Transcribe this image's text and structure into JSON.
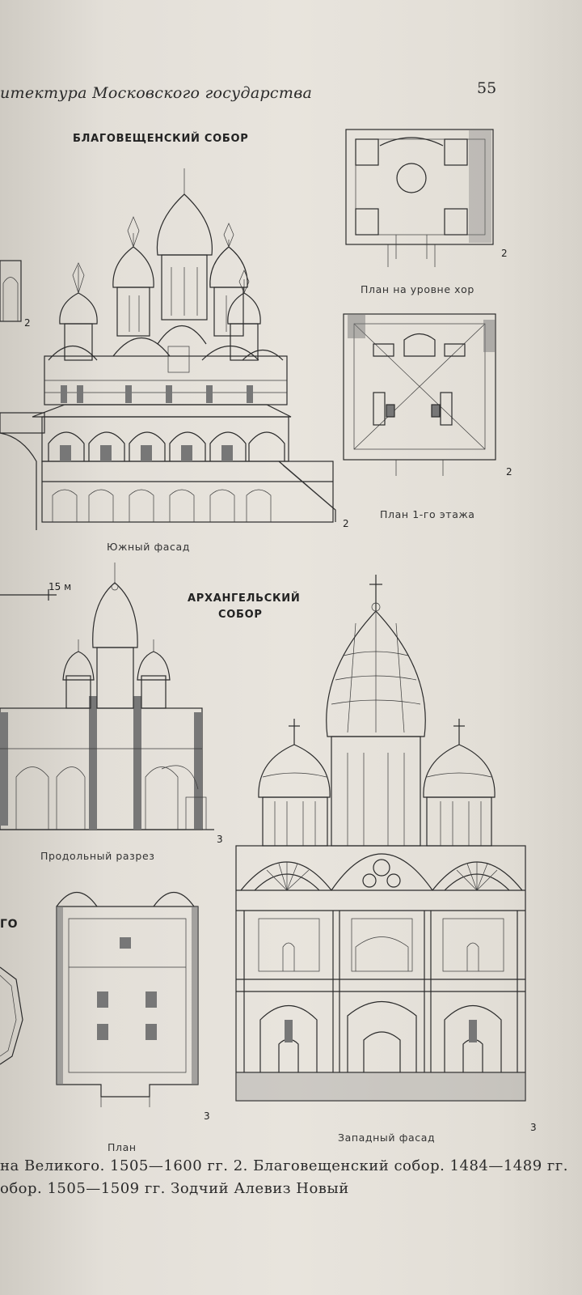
{
  "header": {
    "running_title": "итектура Московского государства",
    "page_number": "55"
  },
  "cathedral_1": {
    "title": "БЛАГОВЕЩЕНСКИЙ СОБОР",
    "plan_upper_caption": "План на уровне хор",
    "plan_ground_caption": "План 1-го этажа",
    "facade_caption": "Южный фасад",
    "ref": "2"
  },
  "cathedral_2": {
    "title_line1": "АРХАНГЕЛЬСКИЙ",
    "title_line2": "СОБОР",
    "section_caption": "Продольный разрез",
    "plan_caption": "План",
    "facade_caption": "Западный фасад",
    "ref": "3"
  },
  "left_fragment": {
    "scale_label": "15 м",
    "text_fragment": "ГО",
    "ref": "2"
  },
  "footer": {
    "line1": "на   Великого. 1505—1600  гг. 2. Благовещенский  собор.  1484—1489 гг.",
    "line2": "обор.  1505—1509  гг.  Зодчий  Алевиз  Новый"
  }
}
